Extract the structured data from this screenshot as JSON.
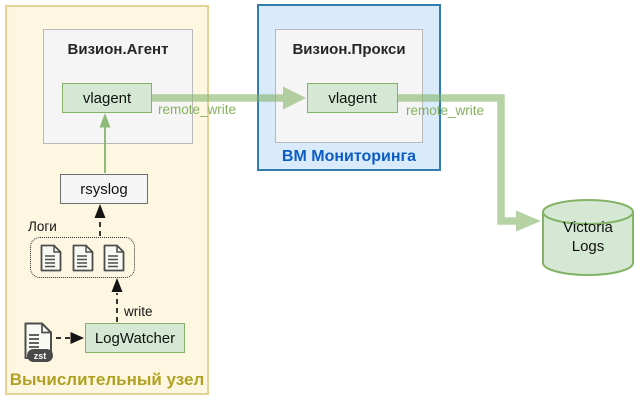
{
  "compute_node": {
    "label": "Вычислительный узел",
    "vision_agent": {
      "title": "Визион.Агент",
      "vlagent_label": "vlagent"
    },
    "rsyslog_label": "rsyslog",
    "logs_group_label": "Логи",
    "logwatcher_label": "LogWatcher",
    "zst_file_badge": "zst"
  },
  "monitoring_vm": {
    "label": "ВМ Мониторинга",
    "vision_proxy": {
      "title": "Визион.Прокси",
      "vlagent_label": "vlagent"
    }
  },
  "storage": {
    "victoria_logs_line1": "Victoria",
    "victoria_logs_line2": "Logs"
  },
  "edges": {
    "agent_to_proxy_label": "remote_write",
    "proxy_to_victoria_label": "remote_write",
    "logwatcher_write_label": "write"
  },
  "colors": {
    "node_green_fill": "#d5e8d4",
    "node_green_stroke": "#82b366",
    "remote_write_arrow": "#82b366",
    "remote_write_label": "#85b35c",
    "compute_node_fill": "#fdf7e2",
    "compute_node_stroke": "#e6d296",
    "compute_node_label": "#b0a122",
    "monitoring_vm_fill": "#d9eafb",
    "monitoring_vm_stroke": "#2f7ead",
    "monitoring_vm_label": "#0c5dc4",
    "gray_box_fill": "#f5f5f5"
  }
}
